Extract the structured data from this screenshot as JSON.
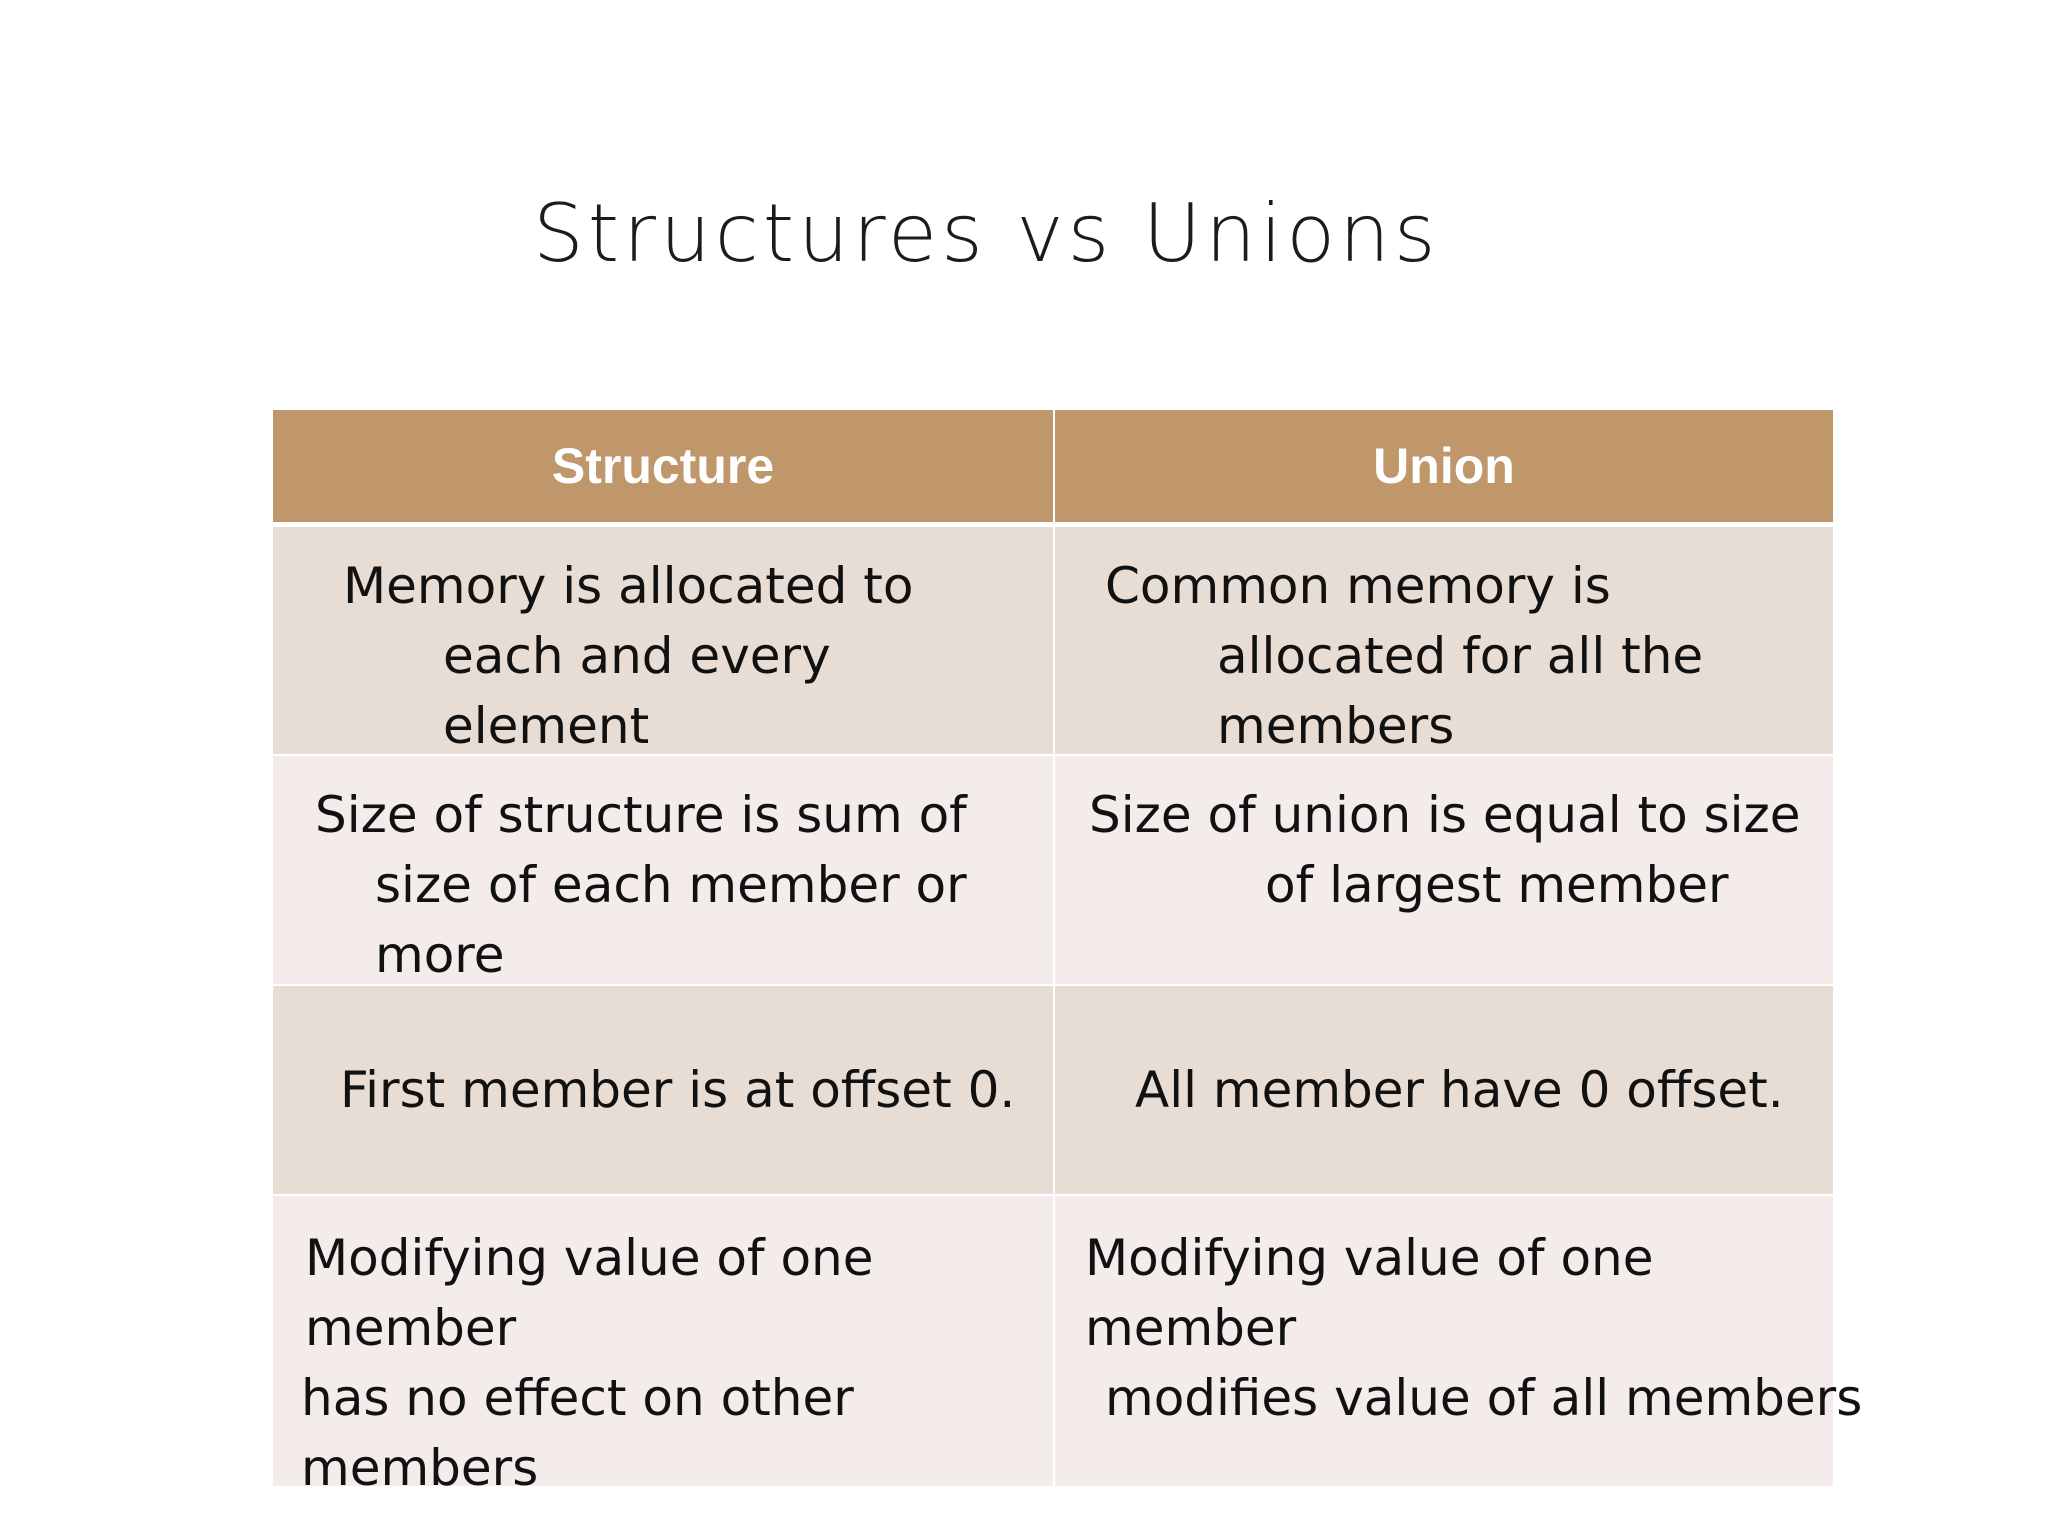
{
  "slide": {
    "title": "Structures vs Unions"
  },
  "table": {
    "headers": [
      "Structure",
      "Union"
    ],
    "rows": [
      {
        "structure": [
          "Memory is allocated to",
          "each and every",
          "element"
        ],
        "union": [
          "Common memory is",
          "allocated for all the",
          "members"
        ]
      },
      {
        "structure": [
          "Size of structure is sum of",
          "size of each member or",
          "more"
        ],
        "union": [
          "Size of union is equal to size",
          "of largest member"
        ]
      },
      {
        "structure": [
          "First member is at offset 0."
        ],
        "union": [
          "All member have 0 offset."
        ]
      },
      {
        "structure": [
          "Modifying value of one",
          "member",
          "has no effect on other",
          "members"
        ],
        "union": [
          "Modifying value of one",
          "member",
          "modifies value of all members"
        ]
      }
    ]
  },
  "colors": {
    "header_bg": "#c0966b",
    "row_dark": "#e8ddd4",
    "row_light": "#f3ecea"
  }
}
